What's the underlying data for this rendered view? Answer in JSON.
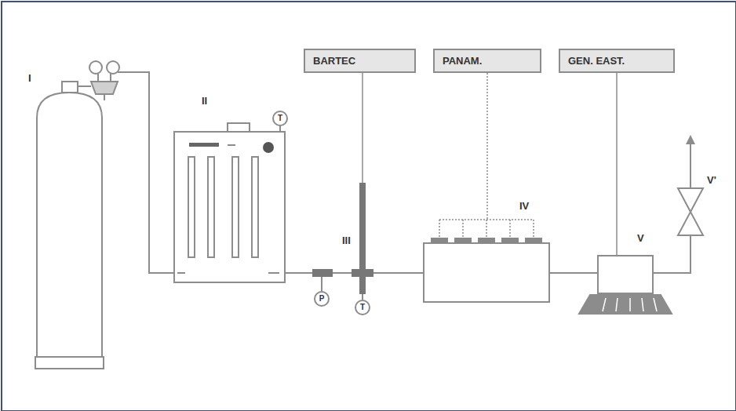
{
  "diagram": {
    "nodes": [
      {
        "text": [
          "BARTEC"
        ]
      },
      {
        "text": [
          "PANAM."
        ]
      },
      {
        "text": [
          "GEN. EAST."
        ]
      }
    ],
    "labels": [
      "I",
      "II",
      "T",
      "P",
      "III",
      "T",
      "IV",
      "V",
      "V'"
    ]
  }
}
